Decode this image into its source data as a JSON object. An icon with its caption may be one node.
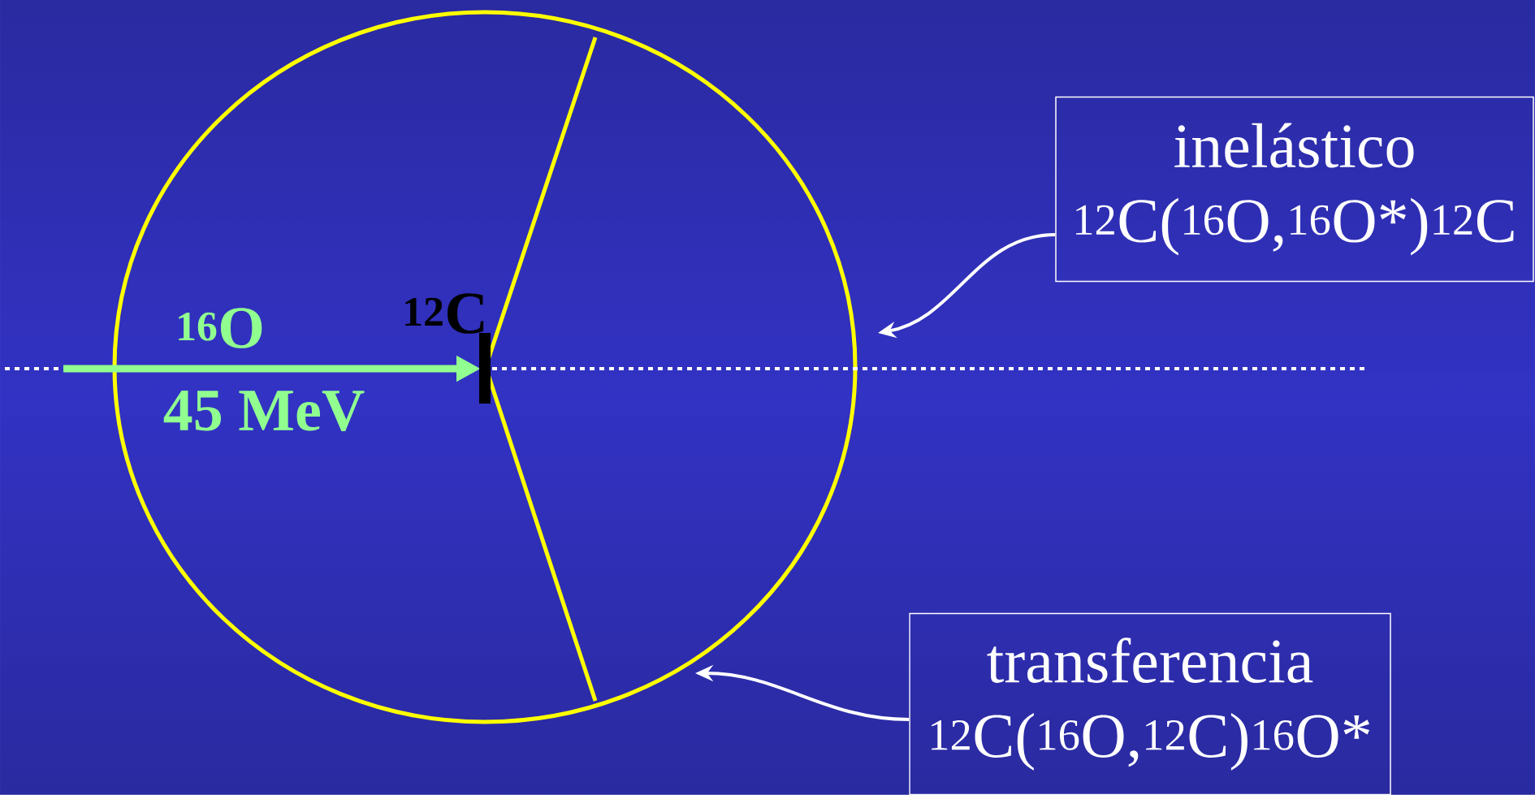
{
  "diagram": {
    "nodes": [
      {
        "text": [
          "inelástico",
          "$^{12}$C($^{16}$O,$^{16}$O*)$^{12}$C"
        ]
      },
      {
        "text": [
          "transferencia",
          "$^{12}$C($^{16}$O,$^{12}$C)$^{16}$O*"
        ]
      },
      {
        "text": [],
        "shape": "circle"
      }
    ],
    "edges": [
      {
        "from": 0,
        "to": 2,
        "arrow": "to"
      },
      {
        "from": 1,
        "to": 2,
        "arrow": "to"
      }
    ],
    "labels": [
      "$^{16}$O",
      "45 MeV",
      "$^{12}$C"
    ]
  }
}
